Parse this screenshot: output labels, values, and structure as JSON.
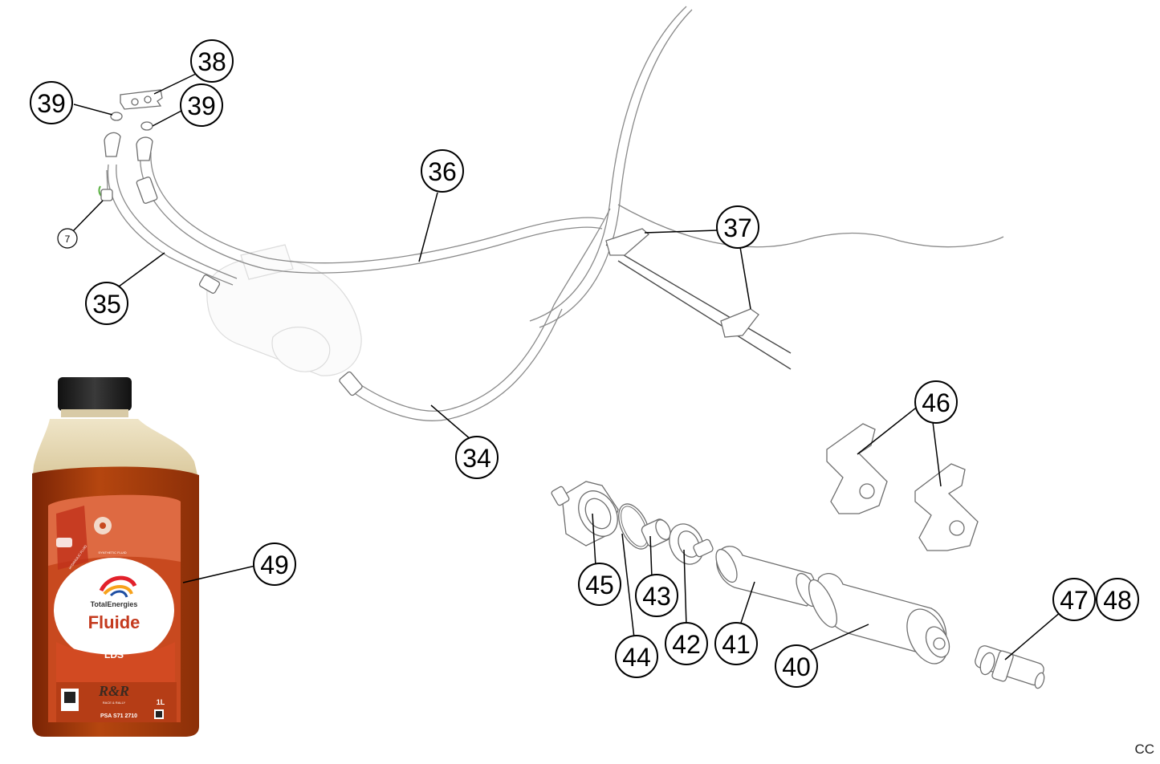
{
  "callouts": {
    "p7": "7",
    "p34": "34",
    "p35": "35",
    "p36": "36",
    "p37": "37",
    "p38": "38",
    "p39a": "39",
    "p39b": "39",
    "p40": "40",
    "p41": "41",
    "p42": "42",
    "p43": "43",
    "p44": "44",
    "p45": "45",
    "p46": "46",
    "p47": "47",
    "p48": "48",
    "p49": "49"
  },
  "bottle": {
    "brand": "TotalEnergies",
    "product": "Fluide",
    "variant": "LDS",
    "tag_hydraulic": "HYDRAULIC FLUID",
    "tag_synthetic": "SYNTHETIC FLUID",
    "logo_mark": "R&R",
    "logo_sub": "RACE & RALLY",
    "part_code": "PSA S71 2710",
    "volume": "1L"
  },
  "corner_mark": "CC"
}
